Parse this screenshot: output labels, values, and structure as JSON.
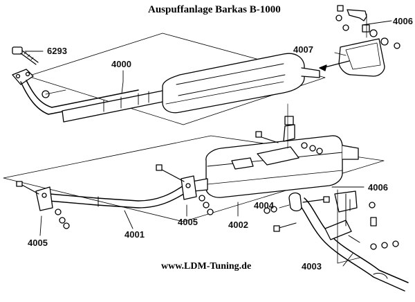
{
  "title": "Auspuffanlage Barkas B-1000",
  "footer": "www.LDM-Tuning.de",
  "parts": {
    "p6293": "6293",
    "p4000": "4000",
    "p4001": "4001",
    "p4002": "4002",
    "p4003": "4003",
    "p4004": "4004",
    "p4005_left": "4005",
    "p4005_mid": "4005",
    "p4006_top": "4006",
    "p4006_right": "4006",
    "p4007": "4007"
  }
}
